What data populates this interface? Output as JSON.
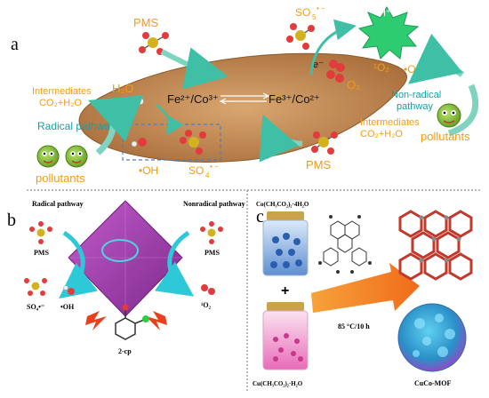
{
  "panel_a": {
    "label": "a",
    "pms_top": "PMS",
    "so5": "SO",
    "so5_sub": "5",
    "so5_sup": "• −",
    "electron": "e⁻",
    "h_plus": "H⁺",
    "o2_ros": "•O₂⁻",
    "singlet_o2": "¹O₂",
    "o2": "O₂",
    "fe2co3": "Fe²⁺/Co³⁺",
    "fe3co2": "Fe³⁺/Co²⁺",
    "h2o": "H₂O",
    "intermediates_left": "Intermediates",
    "co2_left": "CO₂+H₂O",
    "radical_pathway": "Radical pathway",
    "pollutants_left": "pollutants",
    "oh_radical": "•OH",
    "so4": "SO",
    "so4_sub": "4",
    "so4_sup": "• −",
    "pms_bottom": "PMS",
    "non_radical_1": "Non-radical",
    "non_radical_2": "pathway",
    "intermediates_right": "Intermediates",
    "co2_right": "CO₂+H₂O",
    "pollutants_right": "pollutants"
  },
  "panel_b": {
    "label": "b",
    "radical_pathway": "Radical pathway",
    "nonradical_pathway": "Nonradical pathway",
    "pms_left": "PMS",
    "pms_right": "PMS",
    "so4": "SO₄•⁻",
    "oh": "•OH",
    "singlet": "¹O₂",
    "compound": "2-cp"
  },
  "panel_c": {
    "label": "c",
    "co_salt": "Co(CH₃CO₂)₂·4H₂O",
    "cu_salt": "Cu(CH₃CO₂)₂·H₂O",
    "plus": "+",
    "condition": "85 °C/10 h",
    "product": "CuCo-MOF"
  },
  "colors": {
    "orange": "#f39c12",
    "teal": "#1a9fa0",
    "arrow_teal": "#7fd4c0",
    "sheet": "#c8925a",
    "pollutant": "#8cc63f",
    "ros_green": "#2ecc71",
    "octahedron": "#a33fb0",
    "mof_blue": "#3aa9d8"
  }
}
